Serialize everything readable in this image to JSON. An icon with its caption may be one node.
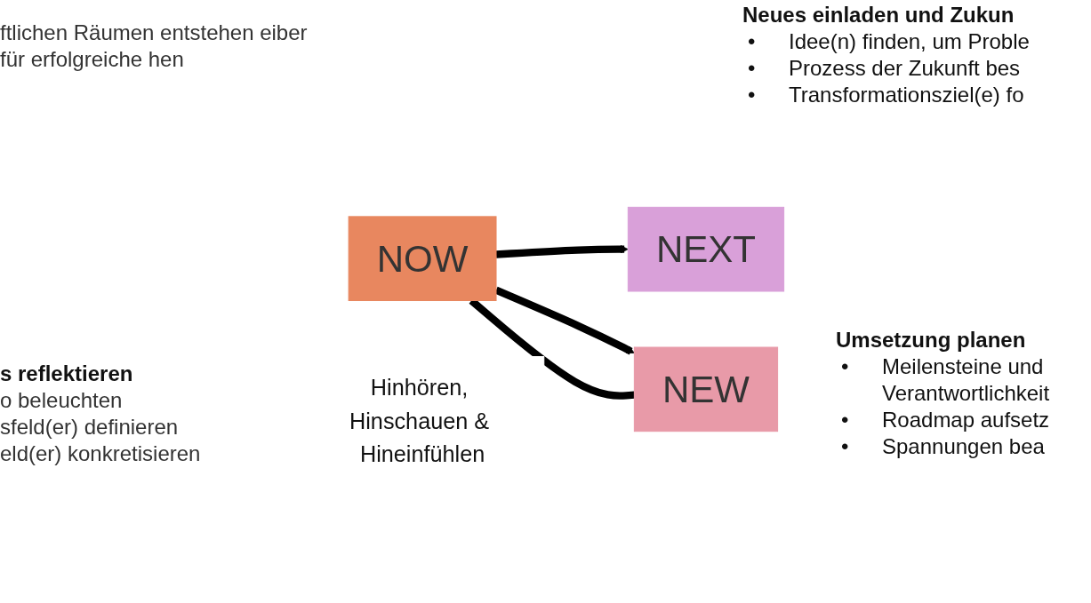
{
  "diagram": {
    "nodes": [
      {
        "text": [
          "NOW"
        ]
      },
      {
        "text": [
          "NEW"
        ]
      },
      {
        "text": [
          "NEXT"
        ]
      },
      {
        "text": [
          "Hinhören, Hinschauen & Hineinfühlen"
        ]
      }
    ],
    "edges": [
      {
        "from": 0,
        "to": 2,
        "arrow": "to"
      },
      {
        "from": 0,
        "to": 1,
        "arrow": "to"
      },
      {
        "from": 1,
        "to": 0,
        "arrow": "none"
      }
    ],
    "labels": [
      "ftlichen Räumen entstehen eiber für erfolgreiche hen",
      "Neues einladen und Zukun",
      "•",
      "Idee(n) finden, um Proble",
      "•",
      "Prozess der Zukunft bes",
      "•",
      "Transformationsziel(e) fo",
      "s reflektieren",
      "o beleuchten",
      "sfeld(er) definieren",
      "eld(er) konkretisieren",
      "Umsetzung planen",
      "•",
      "Meilensteine und Verantwortlichkeit",
      "•",
      "Roadmap aufsetz",
      "•",
      "Spannungen bea"
    ]
  }
}
